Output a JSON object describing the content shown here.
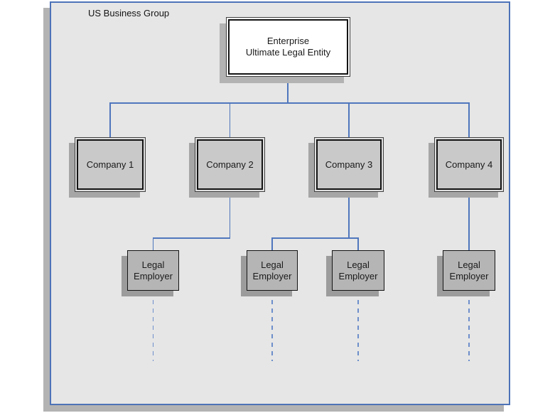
{
  "diagram": {
    "group_label": "US Business Group",
    "enterprise": {
      "line1": "Enterprise",
      "line2": "Ultimate Legal Entity"
    },
    "companies": [
      {
        "label": "Company 1"
      },
      {
        "label": "Company 2"
      },
      {
        "label": "Company 3"
      },
      {
        "label": "Company 4"
      }
    ],
    "legal_employers": [
      {
        "line1": "Legal",
        "line2": "Employer"
      },
      {
        "line1": "Legal",
        "line2": "Employer"
      },
      {
        "line1": "Legal",
        "line2": "Employer"
      },
      {
        "line1": "Legal",
        "line2": "Employer"
      }
    ],
    "colors": {
      "canvas_background": "#e6e6e6",
      "canvas_border": "#4d73b8",
      "connector_line": "#4f76bd",
      "dashed_line": "#6d8ecb",
      "enterprise_fill": "#ffffff",
      "company_fill": "#c9c9c9",
      "legal_employer_fill": "#b5b5b5",
      "shadow": "#b3b3b3"
    }
  }
}
